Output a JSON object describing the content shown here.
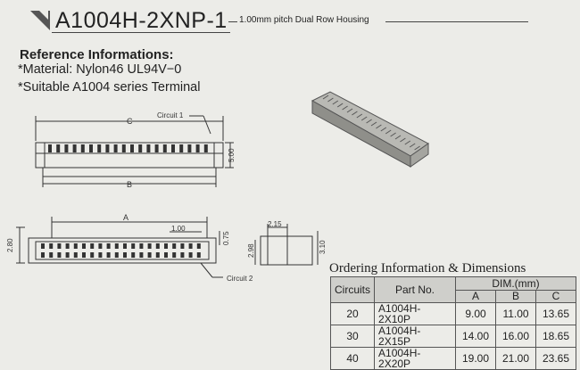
{
  "header": {
    "title": "A1004H-2XNP-1",
    "subtitle": "1.00mm pitch Dual Row Housing"
  },
  "reference": {
    "heading": "Reference Informations:",
    "material": "*Material: Nylon46 UL94V−0",
    "terminal": "*Suitable A1004 series Terminal"
  },
  "drawing_labels": {
    "dim_c": "C",
    "dim_b": "B",
    "dim_a": "A",
    "circuit1": "Circuit 1",
    "circuit2": "Circuit 2",
    "h_500": "5.00",
    "pitch_100": "1.00",
    "h_280": "2.80",
    "h_075": "0.75",
    "w_215": "2.15",
    "h_298": "2.98",
    "h_310": "3.10"
  },
  "ordering": {
    "title": "Ordering Information & Dimensions",
    "headers": {
      "circuits": "Circuits",
      "part_no": "Part No.",
      "dim": "DIM.(mm)",
      "a": "A",
      "b": "B",
      "c": "C"
    },
    "rows": [
      {
        "circuits": "20",
        "part_no": "A1004H-2X10P",
        "a": "9.00",
        "b": "11.00",
        "c": "13.65"
      },
      {
        "circuits": "30",
        "part_no": "A1004H-2X15P",
        "a": "14.00",
        "b": "16.00",
        "c": "18.65"
      },
      {
        "circuits": "40",
        "part_no": "A1004H-2X20P",
        "a": "19.00",
        "b": "21.00",
        "c": "23.65"
      }
    ]
  }
}
